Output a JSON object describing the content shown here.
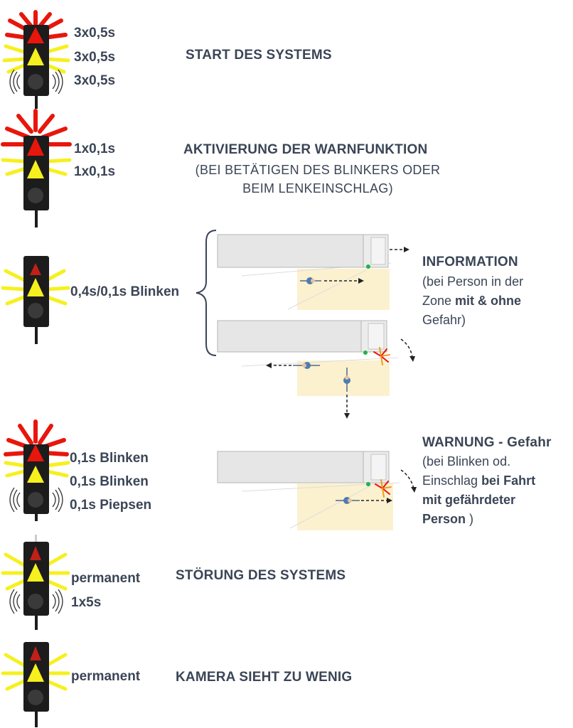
{
  "colors": {
    "text": "#3b4556",
    "red": "#e8160c",
    "yellow": "#f6f01e",
    "housing": "#1c1c1c",
    "zone": "#fbf1cf",
    "truck": "#e6e6e6"
  },
  "rows": [
    {
      "timings": [
        "3x0,5s",
        "3x0,5s",
        "3x0,5s"
      ],
      "heading": "START DES SYSTEMS"
    },
    {
      "timings": [
        "1x0,1s",
        "1x0,1s"
      ],
      "heading": "AKTIVIERUNG DER WARNFUNKTION",
      "sub": [
        "(BEI BETÄTIGEN DES BLINKERS ODER",
        "BEIM LENKEINSCHLAG)"
      ]
    },
    {
      "timings": [
        "0,4s/0,1s Blinken"
      ],
      "info": {
        "title": "INFORMATION",
        "line1": "(bei Person in der",
        "line2_pre": "Zone ",
        "line2_bold": "mit & ohne",
        "line3": "Gefahr)"
      }
    },
    {
      "timings": [
        "0,1s Blinken",
        "0,1s Blinken",
        "0,1s Piepsen"
      ],
      "warn": {
        "title": "WARNUNG - Gefahr",
        "line1": "(bei Blinken od.",
        "line2_pre": "Einschlag ",
        "line2_bold": "bei Fahrt",
        "line3": "mit gefährdeter",
        "line4_bold": "Person",
        "line4_post": " )"
      }
    },
    {
      "timings": [
        "permanent",
        "1x5s"
      ],
      "heading": "STÖRUNG DES SYSTEMS"
    },
    {
      "timings": [
        "permanent"
      ],
      "heading": "KAMERA SIEHT ZU WENIG"
    }
  ],
  "icons": [
    "traffic-light-icon",
    "red-triangle-icon",
    "yellow-triangle-icon",
    "buzzer-icon",
    "truck-icon",
    "cyclist-icon",
    "pedestrian-icon",
    "arrow-icon",
    "brace-icon"
  ]
}
